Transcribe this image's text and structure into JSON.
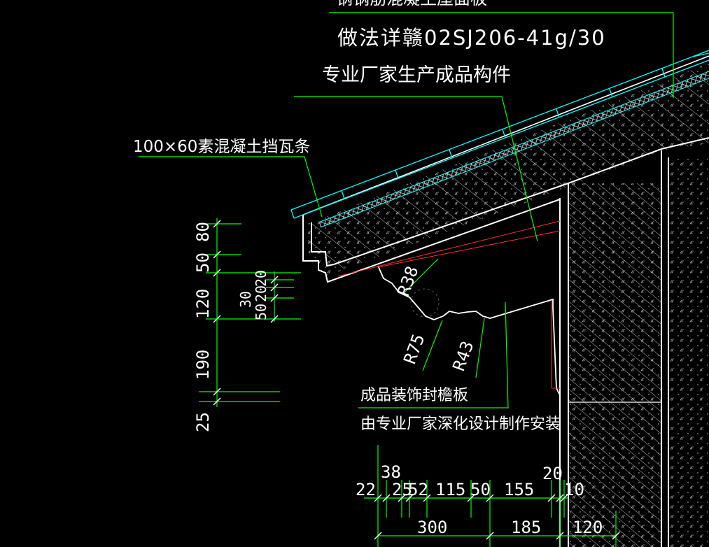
{
  "drawing": {
    "notes": {
      "top_partial": "钢钢筋混凝土屋面板",
      "spec_ref": "做法详赣02SJ206-41g/30",
      "factory_member": "专业厂家生产成品构件",
      "eave_strip": "100×60素混凝土挡瓦条",
      "fascia_title": "成品装饰封檐板",
      "fascia_note": "由专业厂家深化设计制作安装"
    },
    "radii": {
      "r38": "R38",
      "r75": "R75",
      "r43": "R43"
    },
    "left_dims": {
      "d80": "80",
      "d50": "50",
      "d120": "120",
      "d190": "190",
      "d25": "25",
      "d30": "30",
      "d50b": "50",
      "d20a": "20",
      "d20b": "20"
    },
    "bottom_dims": {
      "d38": "38",
      "d20": "20",
      "d22": "22",
      "d25": "25",
      "d52": "52",
      "d115": "115",
      "d50": "50",
      "d155": "155",
      "d10": "10",
      "d300": "300",
      "d185": "185",
      "d120": "120"
    },
    "colors": {
      "background": "#000000",
      "outline": "#ffffff",
      "leader": "#00ff00",
      "tile": "#00ffff",
      "hatch": "#c8c8c8",
      "fascia": "#ff3030"
    }
  }
}
